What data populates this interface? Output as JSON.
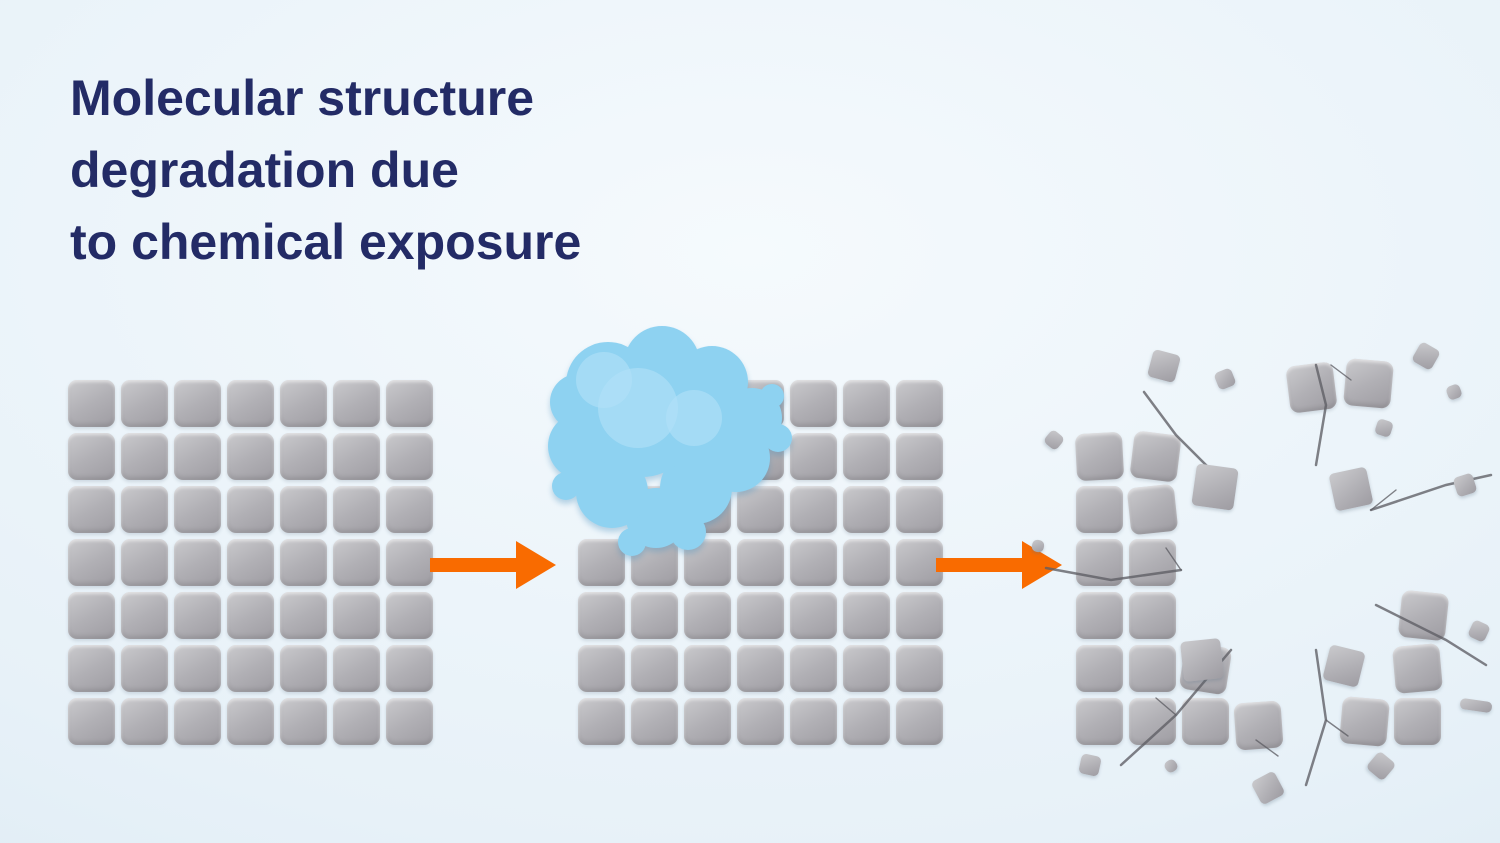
{
  "title": {
    "lines": [
      "Molecular structure",
      "degradation due",
      "to chemical exposure"
    ]
  },
  "colors": {
    "background": "#e7f1f8",
    "title": "#232b66",
    "tile": "#b1b0b5",
    "arrow": "#f96b00",
    "blob": "#8ed2f1",
    "crack": "#5d5d64"
  },
  "grid": {
    "rows": 7,
    "cols": 7
  },
  "stages": [
    {
      "name": "intact-structure",
      "missing_cells": []
    },
    {
      "name": "chemical-exposure",
      "missing_cells": [
        [
          0,
          0
        ],
        [
          0,
          1
        ],
        [
          0,
          2
        ],
        [
          1,
          0
        ],
        [
          1,
          1
        ],
        [
          2,
          0
        ]
      ]
    },
    {
      "name": "degraded-structure",
      "missing_cells": [
        [
          0,
          0
        ],
        [
          0,
          1
        ],
        [
          0,
          2
        ],
        [
          0,
          3
        ],
        [
          0,
          6
        ],
        [
          1,
          2
        ],
        [
          1,
          3
        ],
        [
          1,
          4
        ],
        [
          1,
          5
        ],
        [
          1,
          6
        ],
        [
          2,
          2
        ],
        [
          2,
          3
        ],
        [
          2,
          4
        ],
        [
          2,
          5
        ],
        [
          2,
          6
        ],
        [
          3,
          2
        ],
        [
          3,
          3
        ],
        [
          3,
          4
        ],
        [
          3,
          5
        ],
        [
          3,
          6
        ],
        [
          4,
          2
        ],
        [
          4,
          3
        ],
        [
          4,
          4
        ],
        [
          4,
          5
        ],
        [
          5,
          3
        ],
        [
          5,
          4
        ],
        [
          5,
          5
        ],
        [
          6,
          4
        ]
      ]
    }
  ],
  "arrows": [
    {
      "name": "right-arrow"
    },
    {
      "name": "right-arrow"
    }
  ]
}
